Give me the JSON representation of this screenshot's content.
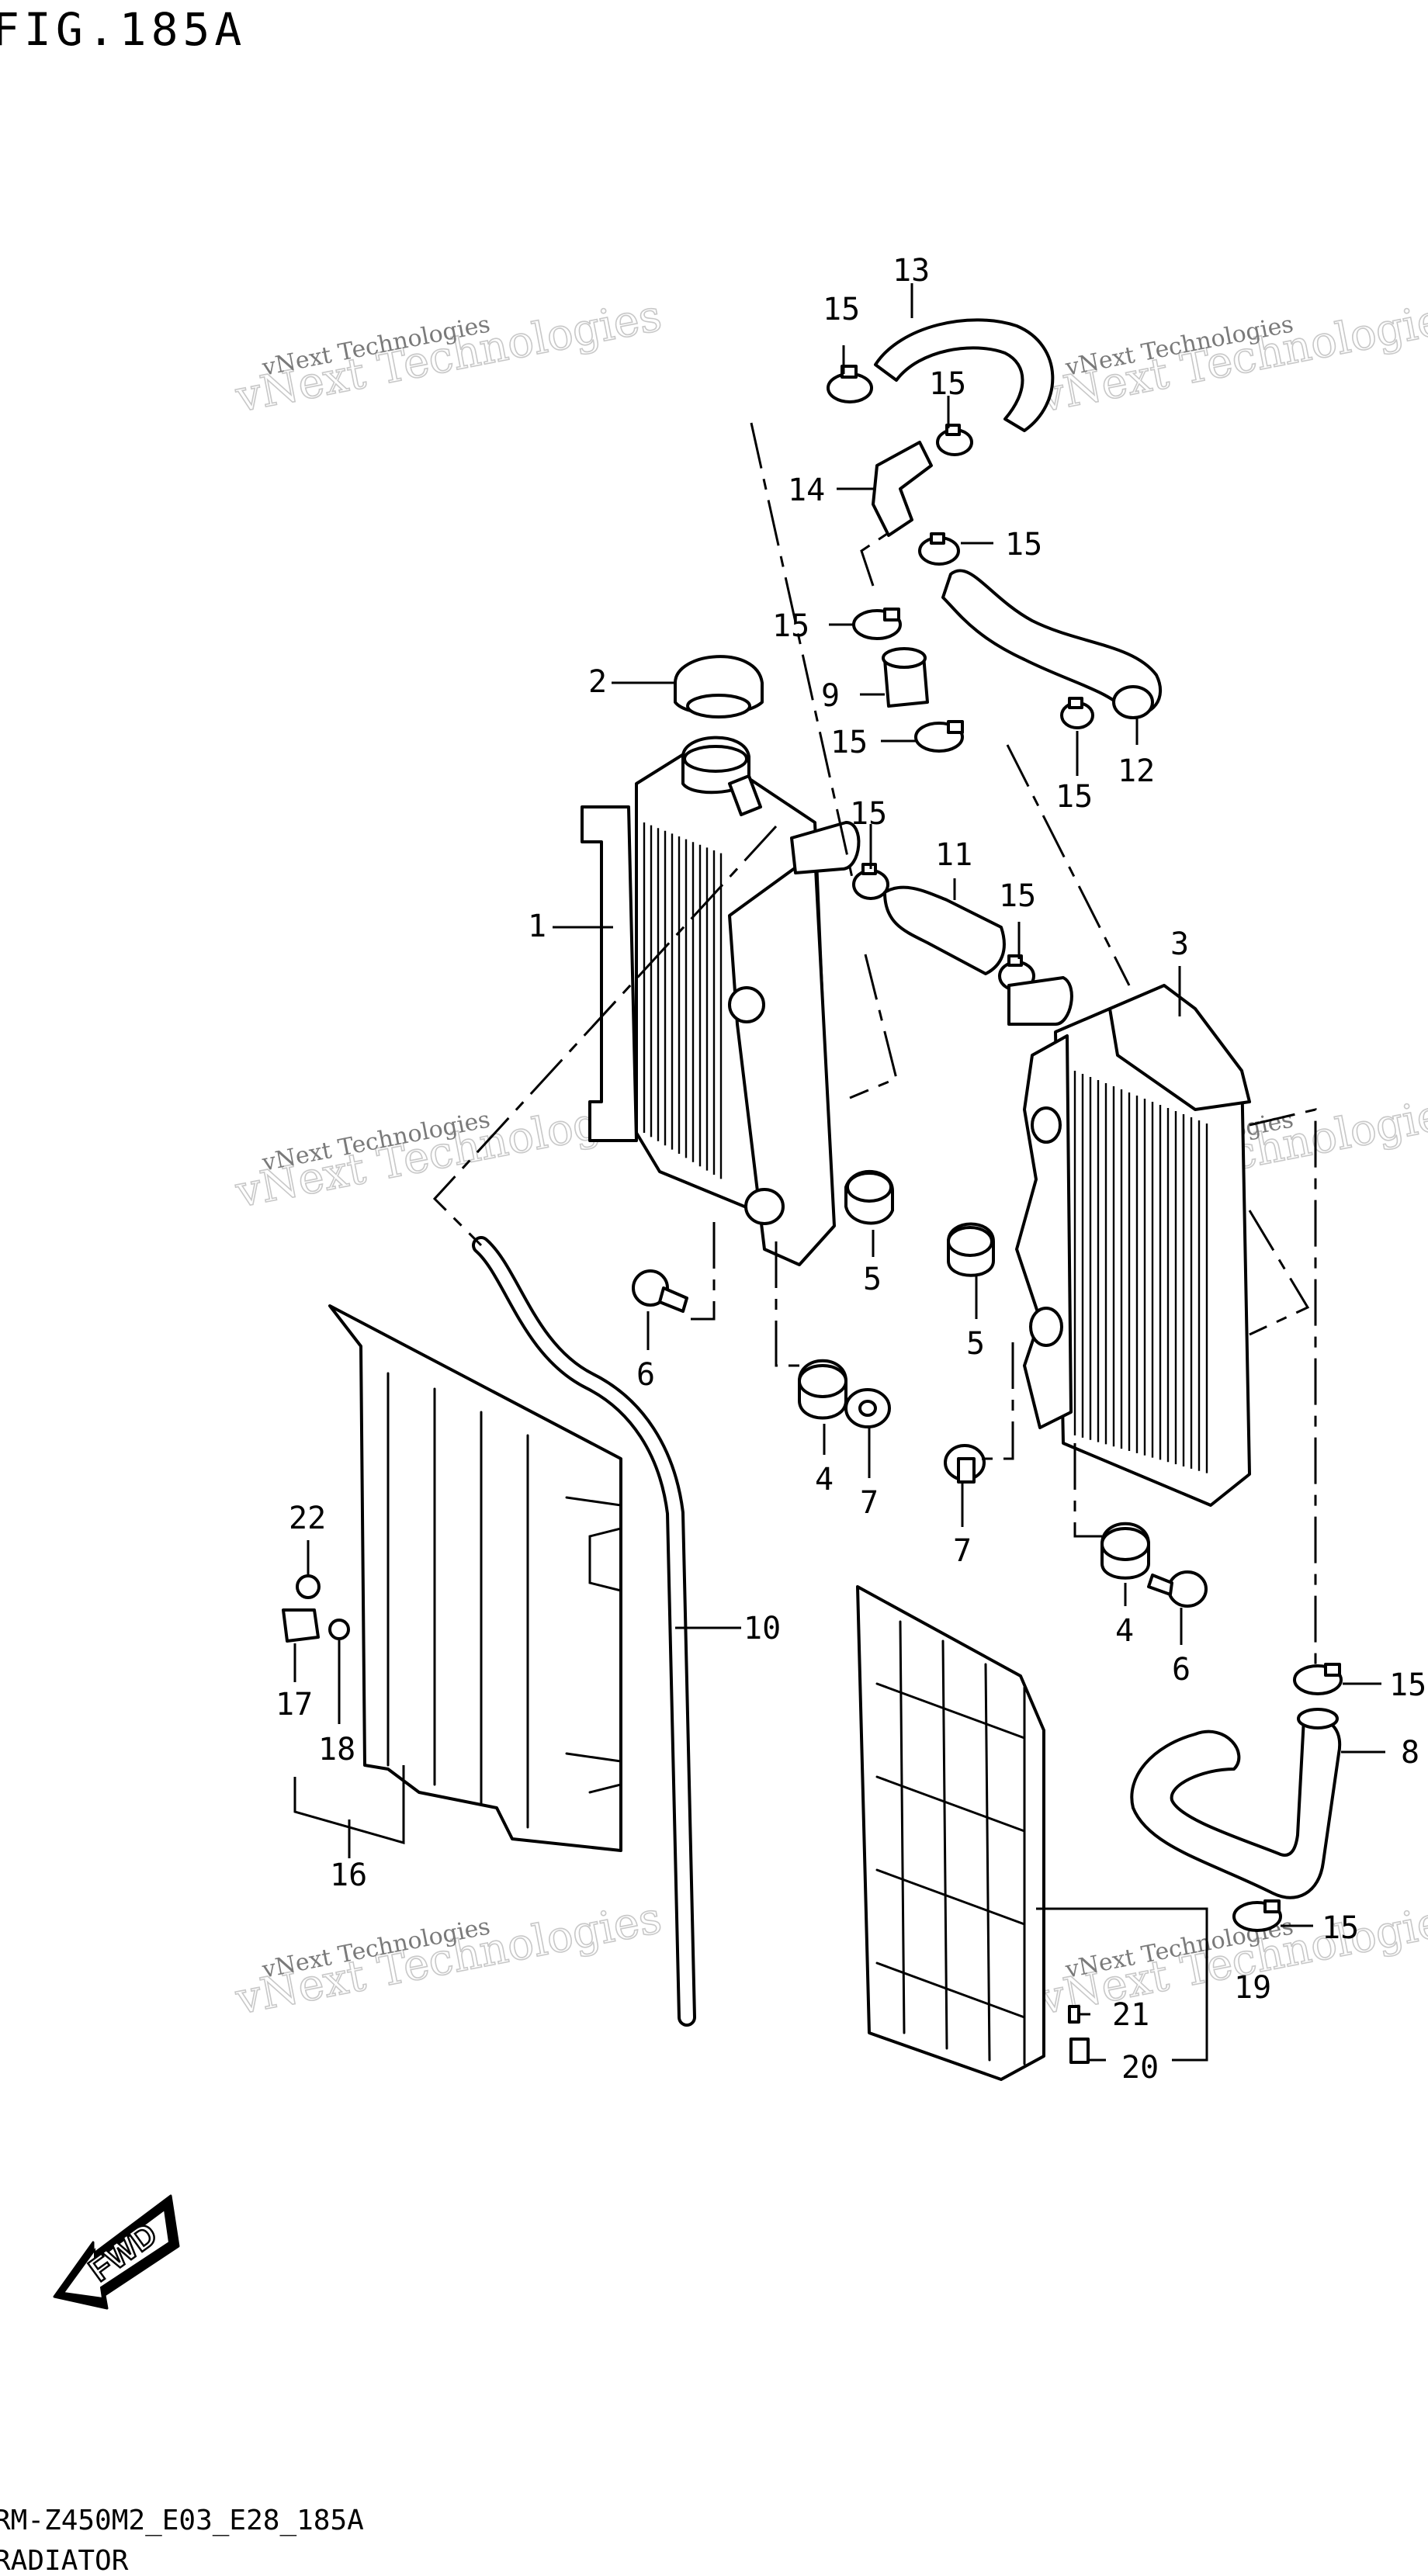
{
  "header": {
    "figure_title": "FIG.185A"
  },
  "footer": {
    "model_code": "RM-Z450M2_E03_E28_185A",
    "section_name": "RADIATOR"
  },
  "watermark": {
    "line1": "vNext Technologies",
    "line2": "vNext Technologies"
  },
  "fwd_arrow": {
    "label": "FWD"
  },
  "callouts": {
    "c1": "1",
    "c2": "2",
    "c3": "3",
    "c4a": "4",
    "c4b": "4",
    "c5a": "5",
    "c5b": "5",
    "c6a": "6",
    "c6b": "6",
    "c7a": "7",
    "c7b": "7",
    "c8": "8",
    "c9": "9",
    "c10": "10",
    "c11": "11",
    "c12": "12",
    "c13": "13",
    "c14": "14",
    "c15a": "15",
    "c15b": "15",
    "c15c": "15",
    "c15d": "15",
    "c15e": "15",
    "c15f": "15",
    "c15g": "15",
    "c15h": "15",
    "c15i": "15",
    "c15j": "15",
    "c16": "16",
    "c17": "17",
    "c18": "18",
    "c19": "19",
    "c20": "20",
    "c21": "21",
    "c22": "22"
  },
  "colors": {
    "line": "#000000",
    "background": "#ffffff",
    "watermark": "#7a7a7a"
  }
}
